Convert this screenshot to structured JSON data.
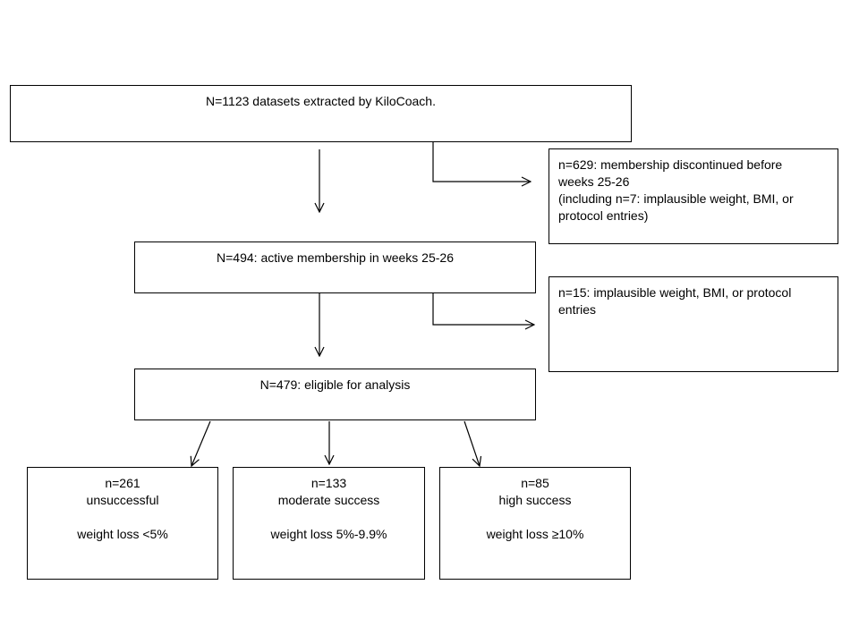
{
  "boxes": {
    "source": {
      "lines": [
        "N=1123 datasets extracted by KiloCoach."
      ]
    },
    "discontinued": {
      "lines": [
        "n=629: membership discontinued before",
        "weeks 25-26",
        "(including n=7: implausible weight, BMI, or",
        "protocol entries)"
      ]
    },
    "active": {
      "lines": [
        "N=494: active membership in weeks 25-26"
      ]
    },
    "implausible": {
      "lines": [
        "n=15: implausible weight, BMI, or protocol",
        "entries"
      ]
    },
    "eligible": {
      "lines": [
        "N=479: eligible for analysis"
      ]
    },
    "unsuccessful": {
      "lines": [
        "n=261",
        "unsuccessful",
        "",
        "weight loss <5%"
      ]
    },
    "moderate": {
      "lines": [
        "n=133",
        "moderate success",
        "",
        "weight loss 5%-9.9%"
      ]
    },
    "high": {
      "lines": [
        "n=85",
        "high success",
        "",
        "weight loss ≥10%"
      ]
    }
  }
}
